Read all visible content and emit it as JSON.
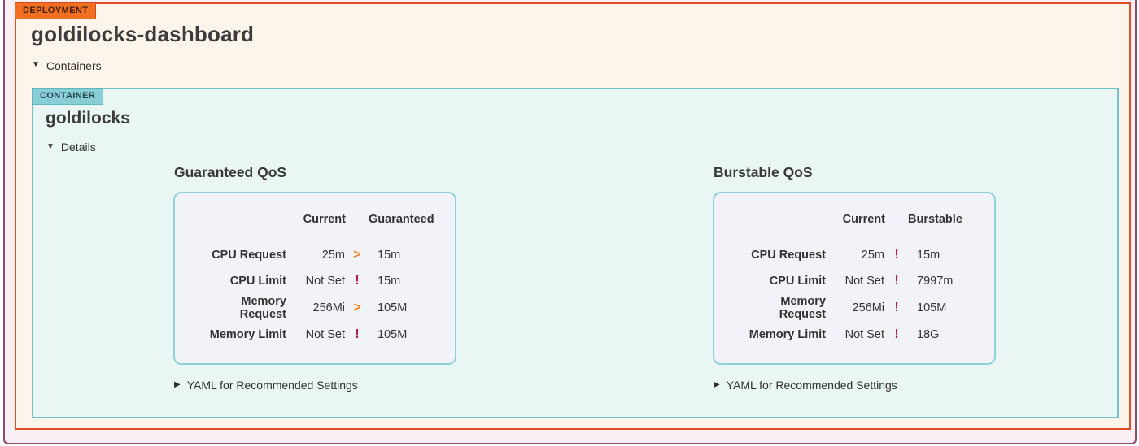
{
  "deployment": {
    "badge": "DEPLOYMENT",
    "title": "goldilocks-dashboard",
    "containers_label": "Containers"
  },
  "container": {
    "badge": "CONTAINER",
    "title": "goldilocks",
    "details_label": "Details"
  },
  "glyphs": {
    "triangle_down": "▼",
    "triangle_right": "▶"
  },
  "icons": {
    "greater-than": {
      "glyph": ">",
      "color": "#f5821f",
      "name": "greater-than-icon"
    },
    "exclamation": {
      "glyph": "!",
      "color": "#b01d57",
      "name": "exclamation-icon"
    }
  },
  "colors": {
    "frame_border": "#8d4b6e",
    "frame_background": "#f9eff5",
    "deployment_border": "#dd4f1f",
    "deployment_background": "#fdf4ec",
    "deployment_badge_background": "#f26e21",
    "container_border": "#72c2cb",
    "container_background": "#e9f6f4",
    "container_badge_background": "#87ced6",
    "card_border": "#8ed2d8",
    "card_background": "#f1f3f8",
    "text": "#3a3a3a"
  },
  "panels": [
    {
      "title": "Guaranteed QoS",
      "columns": [
        "Current",
        "Guaranteed"
      ],
      "rows": [
        {
          "label": "CPU Request",
          "current": "25m",
          "icon": "greater-than",
          "recommended": "15m"
        },
        {
          "label": "CPU Limit",
          "current": "Not Set",
          "icon": "exclamation",
          "recommended": "15m"
        },
        {
          "label": "Memory Request",
          "current": "256Mi",
          "icon": "greater-than",
          "recommended": "105M"
        },
        {
          "label": "Memory Limit",
          "current": "Not Set",
          "icon": "exclamation",
          "recommended": "105M"
        }
      ],
      "yaml_toggle": "YAML for Recommended Settings"
    },
    {
      "title": "Burstable QoS",
      "columns": [
        "Current",
        "Burstable"
      ],
      "rows": [
        {
          "label": "CPU Request",
          "current": "25m",
          "icon": "exclamation",
          "recommended": "15m"
        },
        {
          "label": "CPU Limit",
          "current": "Not Set",
          "icon": "exclamation",
          "recommended": "7997m"
        },
        {
          "label": "Memory Request",
          "current": "256Mi",
          "icon": "exclamation",
          "recommended": "105M"
        },
        {
          "label": "Memory Limit",
          "current": "Not Set",
          "icon": "exclamation",
          "recommended": "18G"
        }
      ],
      "yaml_toggle": "YAML for Recommended Settings"
    }
  ]
}
